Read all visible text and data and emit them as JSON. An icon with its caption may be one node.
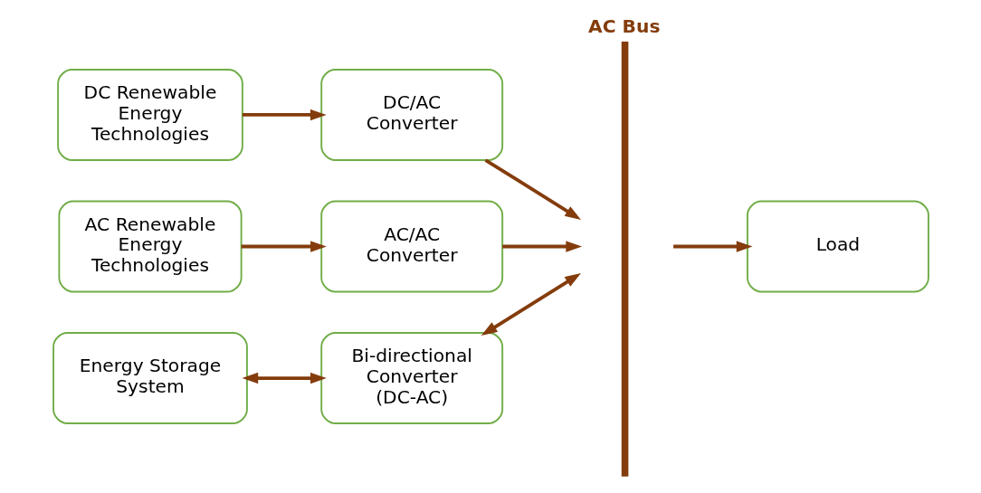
{
  "diagram": {
    "nodes": [
      {
        "text": [
          "DC Renewable Energy Technologies"
        ]
      },
      {
        "text": [
          "DC/AC Converter"
        ]
      },
      {
        "text": [
          "AC Renewable Energy Technologies"
        ]
      },
      {
        "text": [
          "AC/AC Converter"
        ]
      },
      {
        "text": [
          "Energy Storage System"
        ]
      },
      {
        "text": [
          "Bi-directional Converter (DC-AC)"
        ]
      },
      {
        "text": [
          "AC Bus"
        ]
      },
      {
        "text": [
          "Load"
        ]
      }
    ],
    "edges": [
      {
        "from": 0,
        "to": 1,
        "arrow": "to"
      },
      {
        "from": 1,
        "to": 6,
        "arrow": "to"
      },
      {
        "from": 2,
        "to": 3,
        "arrow": "to"
      },
      {
        "from": 3,
        "to": 6,
        "arrow": "to"
      },
      {
        "from": 4,
        "to": 5,
        "arrow": "both"
      },
      {
        "from": 5,
        "to": 6,
        "arrow": "both"
      },
      {
        "from": 6,
        "to": 7,
        "arrow": "to"
      }
    ]
  }
}
